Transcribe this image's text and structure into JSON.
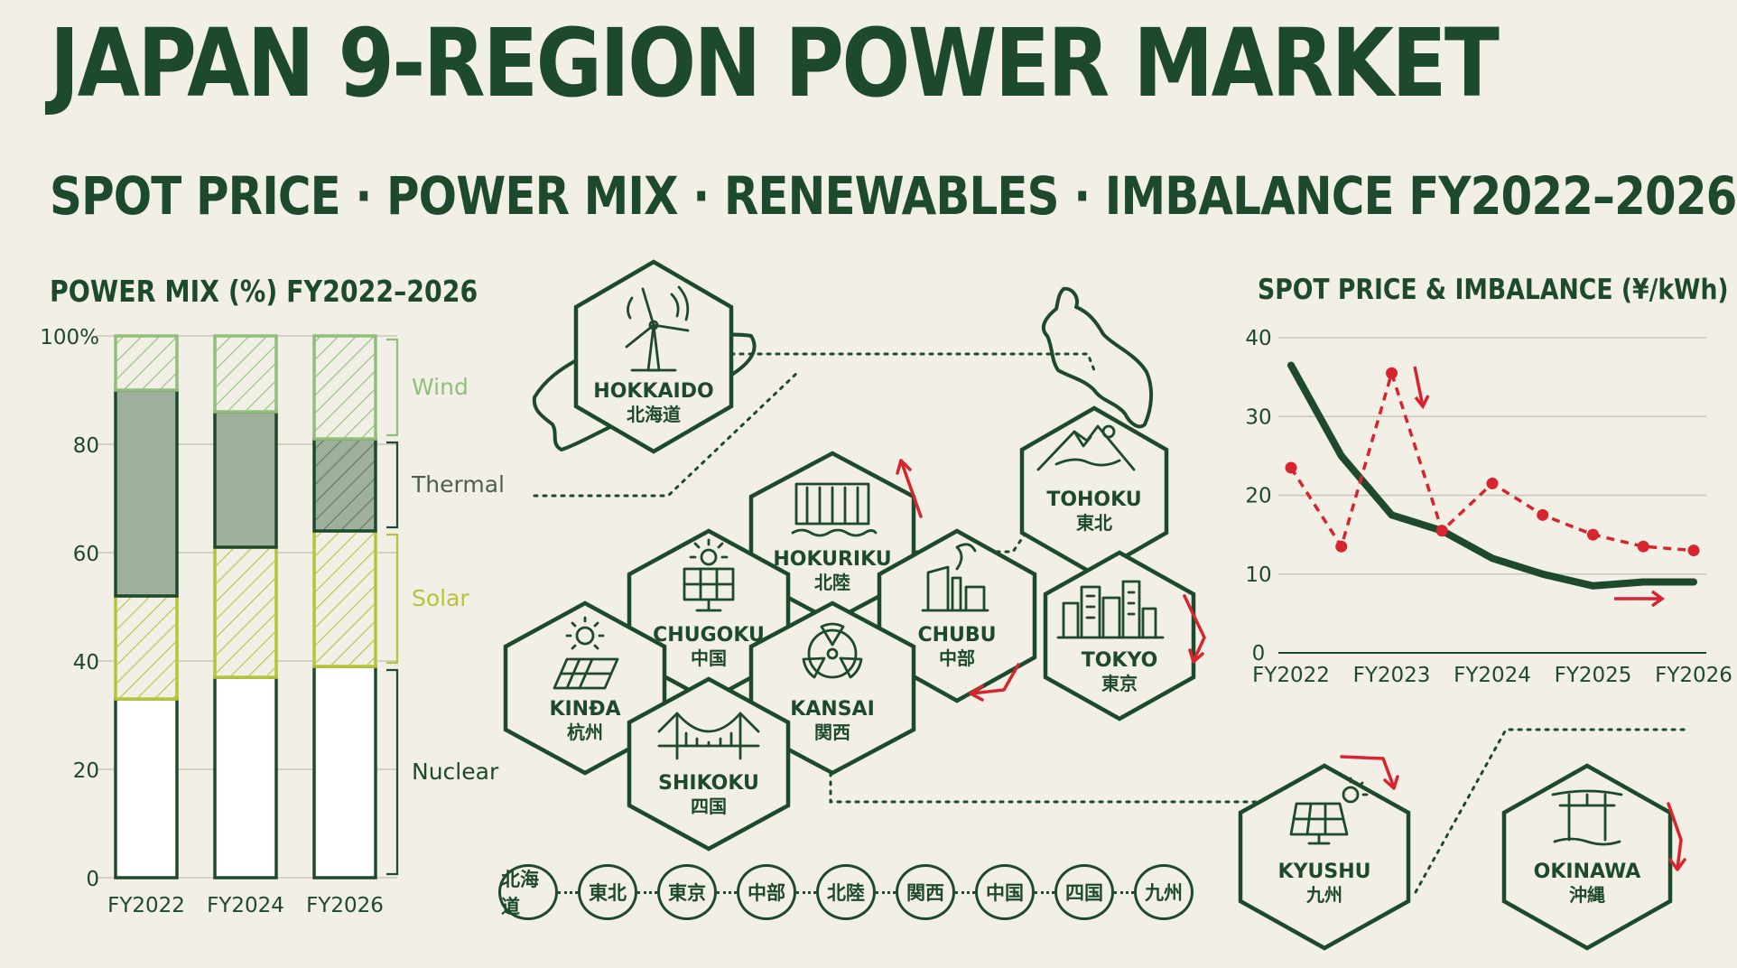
{
  "header": {
    "title": "JAPAN 9-REGION POWER MARKET",
    "subtitle": "SPOT PRICE · POWER MIX · RENEWABLES · IMBALANCE FY2022–2026"
  },
  "mix_panel": {
    "title": "POWER MIX (%) FY2022–2026",
    "y_ticks": [
      "0",
      "20",
      "40",
      "60",
      "80",
      "100%"
    ],
    "legend": {
      "wind": "Wind",
      "thermal": "Thermal",
      "solar": "Solar",
      "nuclear": "Nuclear"
    }
  },
  "price_panel": {
    "title": "SPOT PRICE & IMBALANCE (¥/kWh)",
    "y_ticks": [
      "0",
      "10",
      "20",
      "30",
      "40"
    ],
    "x_ticks": [
      "FY2022",
      "FY2023",
      "FY2024",
      "FY2025",
      "FY2026"
    ]
  },
  "regions": {
    "hokkaido": {
      "en": "HOKKAIDO",
      "jp": "北海道"
    },
    "tohoku": {
      "en": "TOHOKU",
      "jp": "東北"
    },
    "hokuriku": {
      "en": "HOKURIKU",
      "jp": "北陸"
    },
    "chugoku": {
      "en": "CHUGOKU",
      "jp": "中国"
    },
    "chubu": {
      "en": "CHUBU",
      "jp": "中部"
    },
    "tokyo": {
      "en": "TOKYO",
      "jp": "東京"
    },
    "kinda": {
      "en": "KINÐA",
      "jp": "杭州"
    },
    "kansai": {
      "en": "KANSAI",
      "jp": "関西"
    },
    "shikoku": {
      "en": "SHIKOKU",
      "jp": "四国"
    },
    "kyushu": {
      "en": "KYUSHU",
      "jp": "九州"
    },
    "okinawa": {
      "en": "OKINAWA",
      "jp": "沖縄"
    }
  },
  "badges": [
    "北海道",
    "東北",
    "東京",
    "中部",
    "北陸",
    "関西",
    "中国",
    "四国",
    "九州"
  ],
  "colors": {
    "dark_green": "#1d4a2c",
    "wind": "#8fbf7a",
    "thermal": "#9fb09c",
    "solar": "#b7c43a",
    "nuclear": "#ffffff",
    "imbalance_red": "#d8242c",
    "background": "#f2efe6"
  },
  "chart_data": [
    {
      "type": "bar",
      "stacked": true,
      "title": "POWER MIX (%) FY2022–2026",
      "categories": [
        "FY2022",
        "FY2024",
        "FY2026"
      ],
      "series": [
        {
          "name": "Nuclear",
          "values": [
            33,
            37,
            39
          ]
        },
        {
          "name": "Solar",
          "values": [
            19,
            24,
            25
          ]
        },
        {
          "name": "Thermal",
          "values": [
            38,
            25,
            17
          ]
        },
        {
          "name": "Wind",
          "values": [
            10,
            14,
            19
          ]
        }
      ],
      "ylim": [
        0,
        100
      ],
      "grid": true
    },
    {
      "type": "line",
      "title": "SPOT PRICE & IMBALANCE (¥/kWh)",
      "x": [
        2022,
        2022.5,
        2023,
        2023.5,
        2024,
        2024.5,
        2025,
        2025.5,
        2026
      ],
      "series": [
        {
          "values": [
            36.5,
            25,
            17.5,
            15.5,
            12,
            10,
            8.5,
            9,
            9
          ]
        },
        {
          "values": [
            23.5,
            13.5,
            35.5,
            15.5,
            21.5,
            17.5,
            15,
            13.5,
            13
          ]
        }
      ],
      "x_ticks": [
        "FY2022",
        "FY2023",
        "FY2024",
        "FY2025",
        "FY2026"
      ],
      "ylim": [
        0,
        40
      ],
      "grid": true
    }
  ]
}
